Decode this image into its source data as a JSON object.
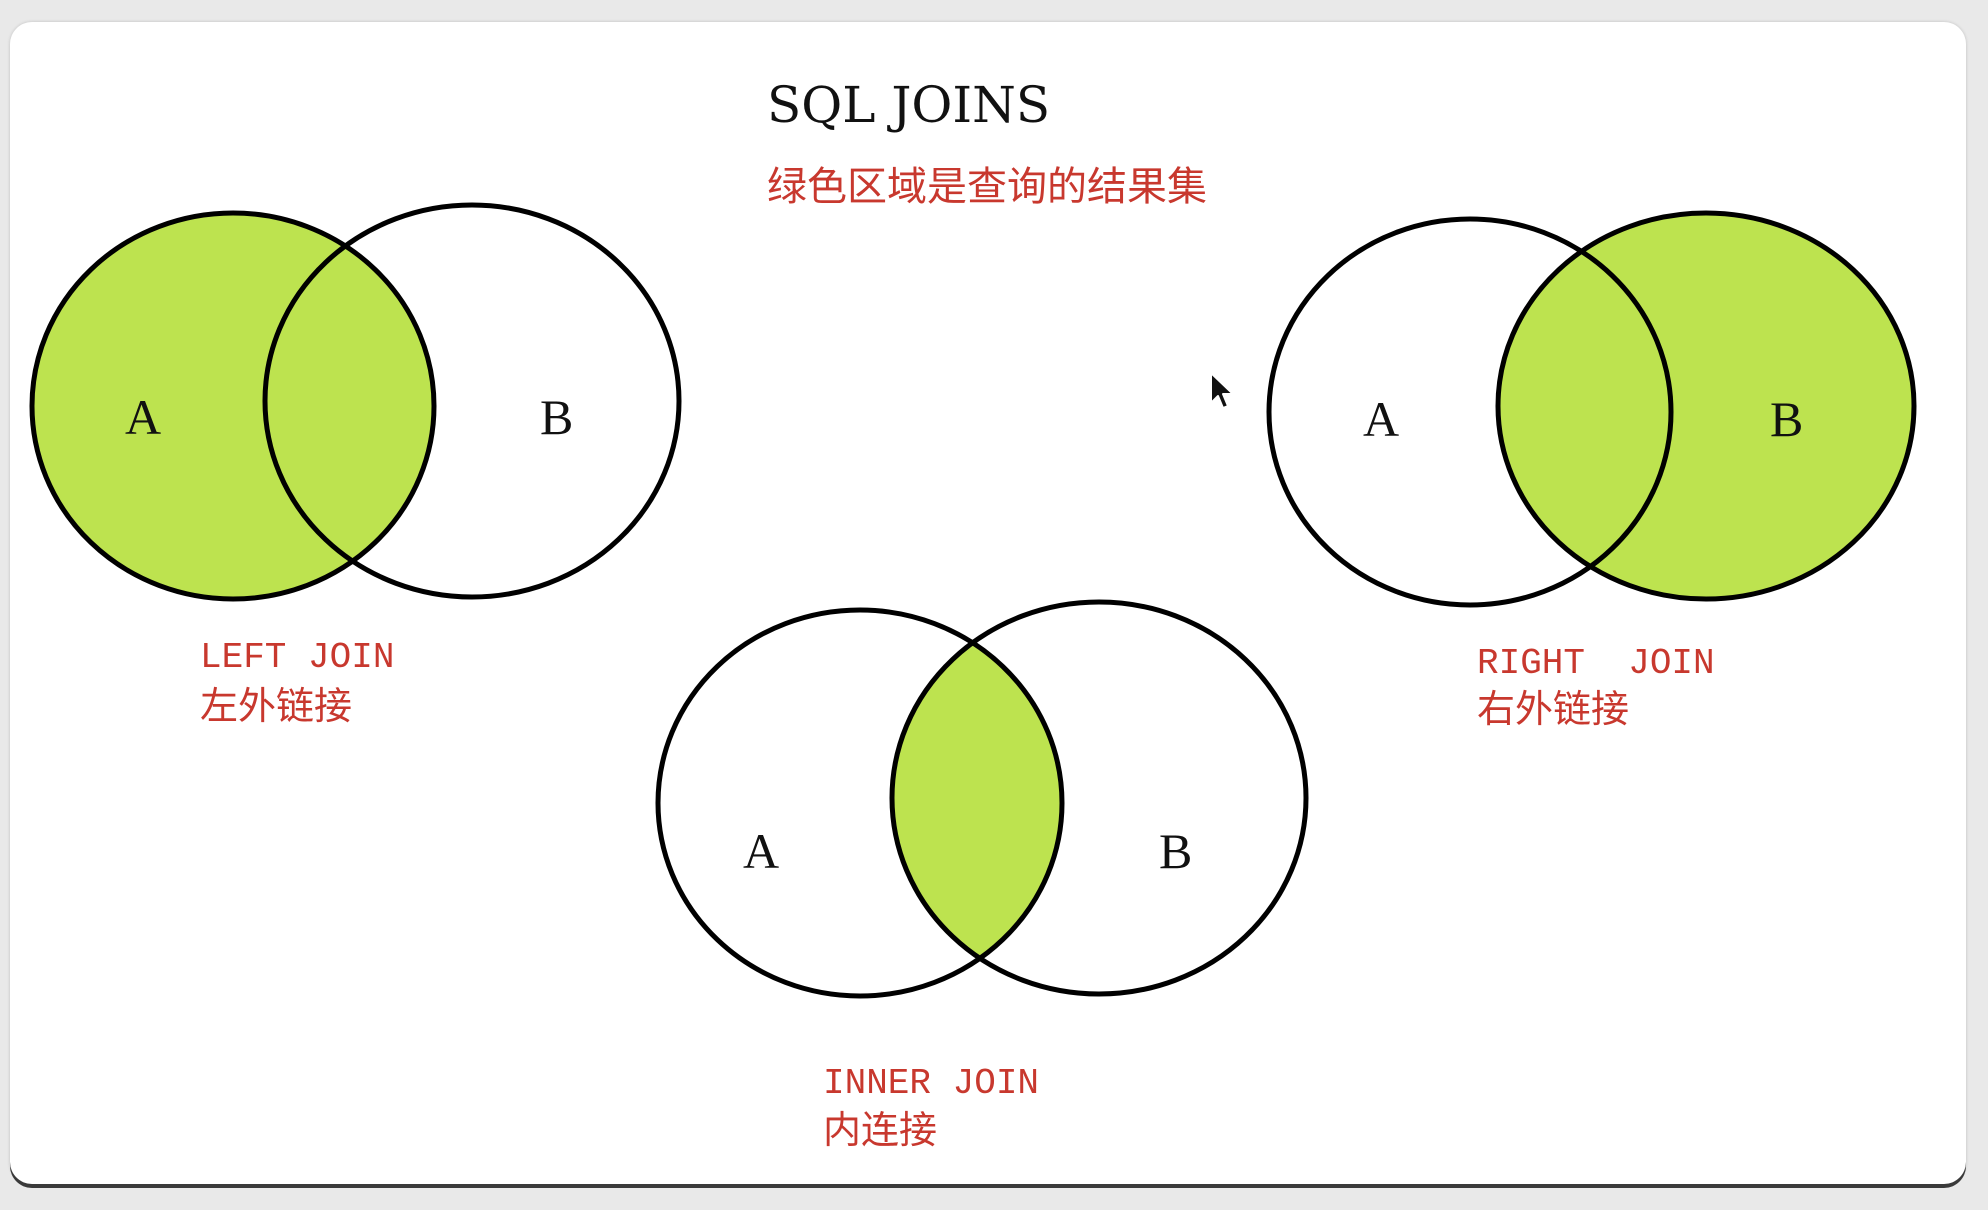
{
  "title": "SQL JOINS",
  "subtitle": "绿色区域是查询的结果集",
  "colors": {
    "highlight": "#BDE34F",
    "label": "#C8382E",
    "outline": "#000000",
    "background": "#ffffff"
  },
  "diagrams": {
    "left": {
      "set_a_label": "A",
      "set_b_label": "B",
      "join_name": "LEFT JOIN",
      "join_name_cn": "左外链接",
      "highlighted_region": "A"
    },
    "right": {
      "set_a_label": "A",
      "set_b_label": "B",
      "join_name": "RIGHT  JOIN",
      "join_name_cn": "右外链接",
      "highlighted_region": "B"
    },
    "inner": {
      "set_a_label": "A",
      "set_b_label": "B",
      "join_name": "INNER JOIN",
      "join_name_cn": "内连接",
      "highlighted_region": "A∩B"
    }
  },
  "cursor_icon": "arrow-cursor-icon"
}
